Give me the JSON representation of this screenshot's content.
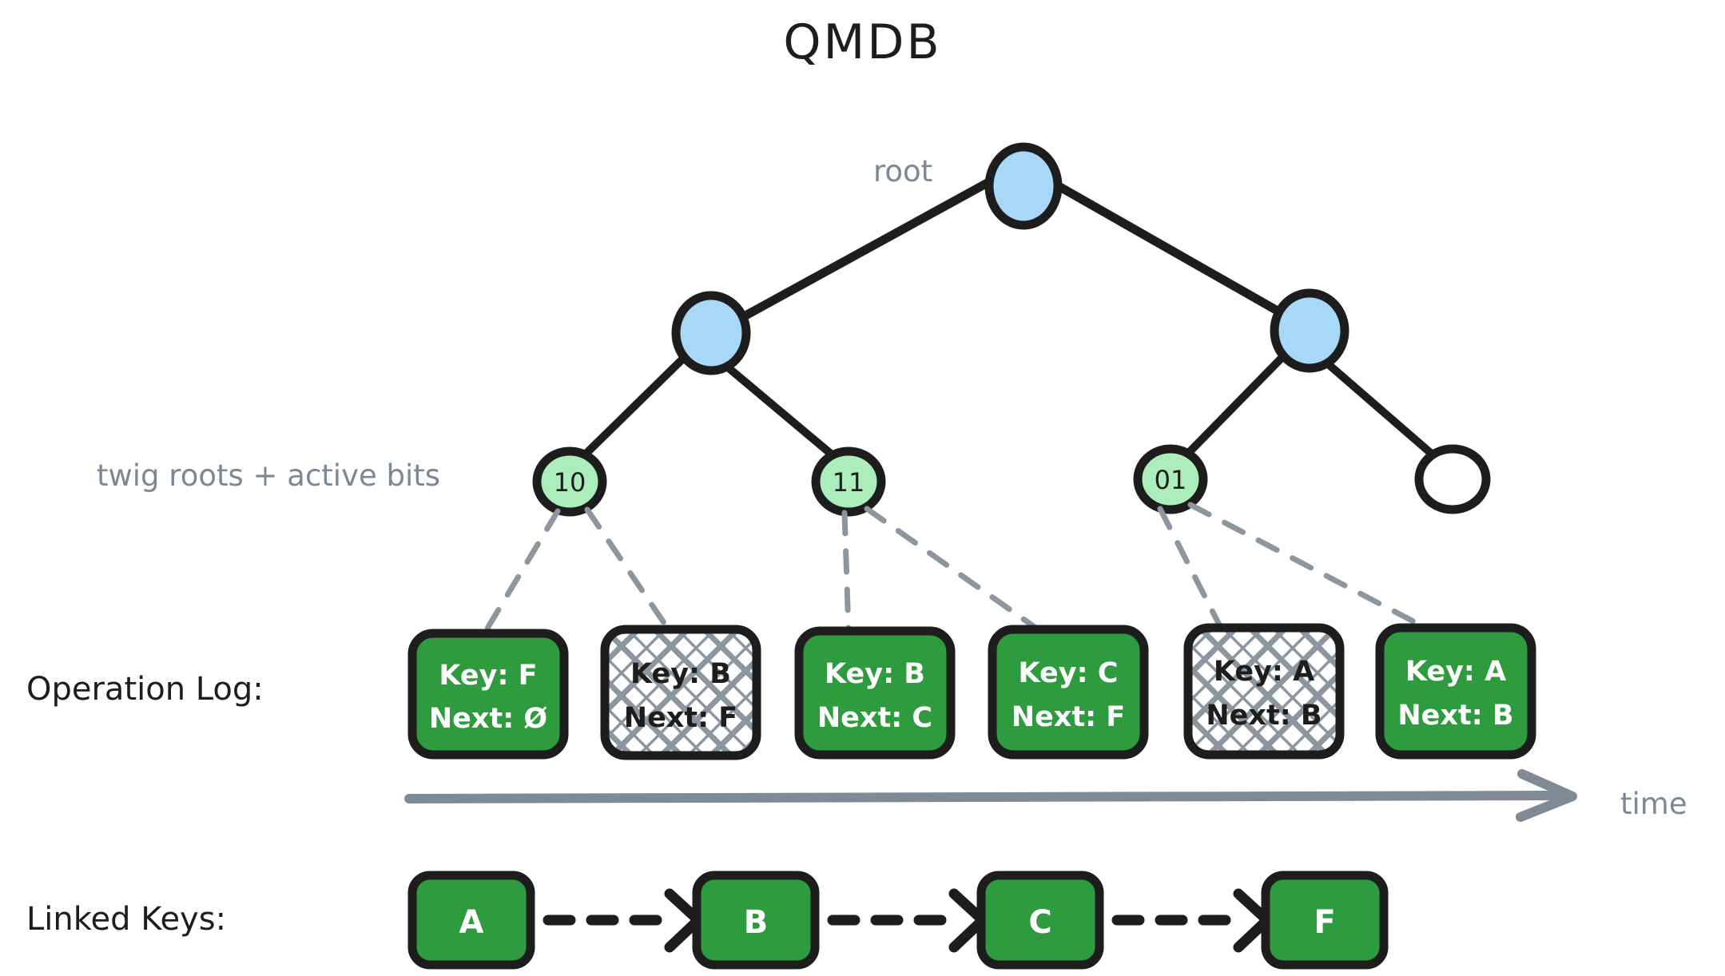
{
  "title": "QMDB",
  "labels": {
    "root": "root",
    "twig_roots": "twig roots + active bits",
    "operation_log": "Operation Log:",
    "linked_keys": "Linked Keys:",
    "time": "time"
  },
  "colors": {
    "node_blue": "#a8d8f8",
    "node_green_light": "#abeebb",
    "node_white": "#ffffff",
    "box_green": "#2e9b3e",
    "stroke_black": "#1d1d1d",
    "gray": "#808a94",
    "hatch_gray": "#8c96a0",
    "background": "#ffffff"
  },
  "tree": {
    "root_node": {
      "label": "",
      "fill": "blue"
    },
    "internal_nodes": [
      {
        "label": "",
        "fill": "blue"
      },
      {
        "label": "",
        "fill": "blue"
      }
    ],
    "leaf_nodes": [
      {
        "label": "10",
        "fill": "green"
      },
      {
        "label": "11",
        "fill": "green"
      },
      {
        "label": "01",
        "fill": "green"
      },
      {
        "label": "",
        "fill": "white"
      }
    ]
  },
  "operation_log": {
    "entries": [
      {
        "key_line": "Key: F",
        "next_line": "Next: Ø",
        "state": "active"
      },
      {
        "key_line": "Key: B",
        "next_line": "Next: F",
        "state": "inactive"
      },
      {
        "key_line": "Key: B",
        "next_line": "Next: C",
        "state": "active"
      },
      {
        "key_line": "Key: C",
        "next_line": "Next: F",
        "state": "active"
      },
      {
        "key_line": "Key: A",
        "next_line": "Next: B",
        "state": "inactive"
      },
      {
        "key_line": "Key: A",
        "next_line": "Next: B",
        "state": "active"
      }
    ]
  },
  "linked_keys": {
    "nodes": [
      "A",
      "B",
      "C",
      "F"
    ]
  }
}
